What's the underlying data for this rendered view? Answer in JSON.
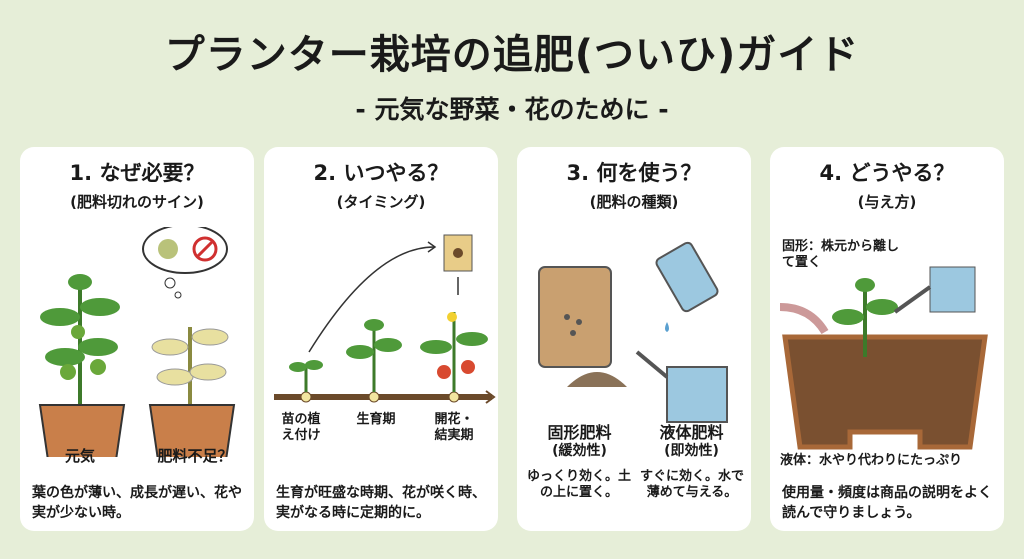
{
  "title": "プランター栽培の追肥(ついひ)ガイド",
  "subtitle": "- 元気な野菜・花のために -",
  "cards": [
    {
      "heading": "1. なぜ必要？",
      "sub": "(肥料切れのサイン)",
      "labels": [
        "元気",
        "肥料不足？"
      ],
      "desc": "葉の色が薄い、成長が遅い、花や実が少ない時。"
    },
    {
      "heading": "2. いつやる？",
      "sub": "(タイミング)",
      "stages": [
        "苗の植え付け",
        "生育期",
        "開花・結実期"
      ],
      "desc": "生育が旺盛な時期、花が咲く時、実がなる時に定期的に。"
    },
    {
      "heading": "3. 何を使う？",
      "sub": "(肥料の種類)",
      "types": [
        {
          "name": "固形肥料",
          "kind": "(緩効性)",
          "desc": "ゆっくり効く。土の上に置く。"
        },
        {
          "name": "液体肥料",
          "kind": "(即効性)",
          "desc": "すぐに効く。水で薄めて与える。"
        }
      ]
    },
    {
      "heading": "4. どうやる？",
      "sub": "(与え方)",
      "solid": "固形：株元から離して置く",
      "liquid": "液体：水やり代わりにたっぷり",
      "desc": "使用量・頻度は商品の説明をよく読んで守りましょう。"
    }
  ],
  "colors": {
    "background": "#e6eed8",
    "pot": "#c97f4a",
    "leaf": "#4f9a3a",
    "pale_leaf": "#e8e0a0"
  }
}
